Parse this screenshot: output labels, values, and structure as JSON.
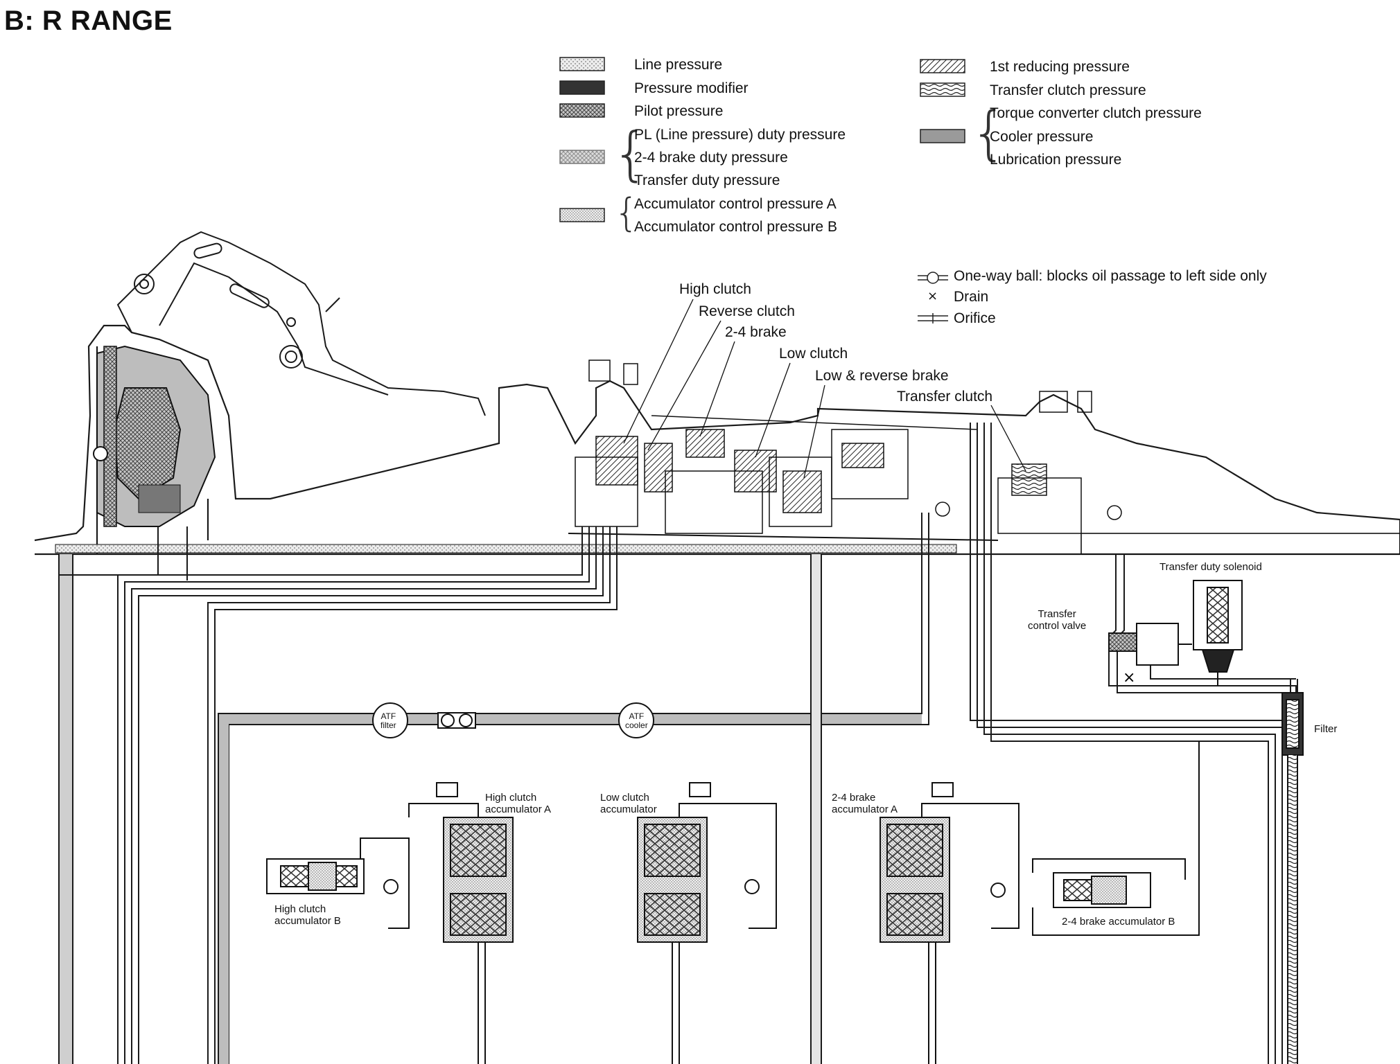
{
  "title": "B: R RANGE",
  "legend_left": [
    {
      "label": "Line pressure",
      "pattern": "light-dots"
    },
    {
      "label": "Pressure modifier",
      "pattern": "dark-solid"
    },
    {
      "label": "Pilot pressure",
      "pattern": "crosshatch"
    },
    {
      "label": "PL (Line pressure) duty pressure",
      "pattern": "blotch"
    },
    {
      "label": "2-4 brake duty pressure",
      "pattern": "blotch"
    },
    {
      "label": "Transfer duty pressure",
      "pattern": "blotch"
    },
    {
      "label": "Accumulator control pressure A",
      "pattern": "fine-dots"
    },
    {
      "label": "Accumulator control pressure B",
      "pattern": "fine-dots"
    }
  ],
  "legend_right": [
    {
      "label": "1st reducing pressure",
      "pattern": "diagonal-hatch"
    },
    {
      "label": "Transfer clutch pressure",
      "pattern": "wavy"
    },
    {
      "label": "Torque converter clutch pressure",
      "pattern": "medium-grey"
    },
    {
      "label": "Cooler pressure",
      "pattern": "medium-grey"
    },
    {
      "label": "Lubrication pressure",
      "pattern": "medium-grey"
    }
  ],
  "symbols": [
    {
      "icon": "one-way-ball-icon",
      "label": "One-way ball: blocks oil passage to left side only"
    },
    {
      "icon": "drain-icon",
      "glyph": "×",
      "label": "Drain"
    },
    {
      "icon": "orifice-icon",
      "label": "Orifice"
    }
  ],
  "component_callouts": [
    "High clutch",
    "Reverse clutch",
    "2-4 brake",
    "Low clutch",
    "Low & reverse brake",
    "Transfer clutch"
  ],
  "small_labels": {
    "transfer_duty_solenoid": "Transfer duty solenoid",
    "transfer_control_valve": [
      "Transfer",
      "control valve"
    ],
    "atf_filter": [
      "ATF",
      "filter"
    ],
    "atf_cooler": [
      "ATF",
      "cooler"
    ],
    "filter": "Filter",
    "high_clutch_acc_a": [
      "High clutch",
      "accumulator A"
    ],
    "low_clutch_acc": [
      "Low clutch",
      "accumulator"
    ],
    "brake_24_acc_a": [
      "2-4 brake",
      "accumulator A"
    ],
    "high_clutch_acc_b": [
      "High clutch",
      "accumulator B"
    ],
    "brake_24_acc_b": "2-4 brake accumulator B"
  },
  "colors": {
    "line": "#1a1a1a",
    "pressure_fill": "#d8d8d8",
    "dark_fill": "#555555",
    "background": "#ffffff"
  }
}
